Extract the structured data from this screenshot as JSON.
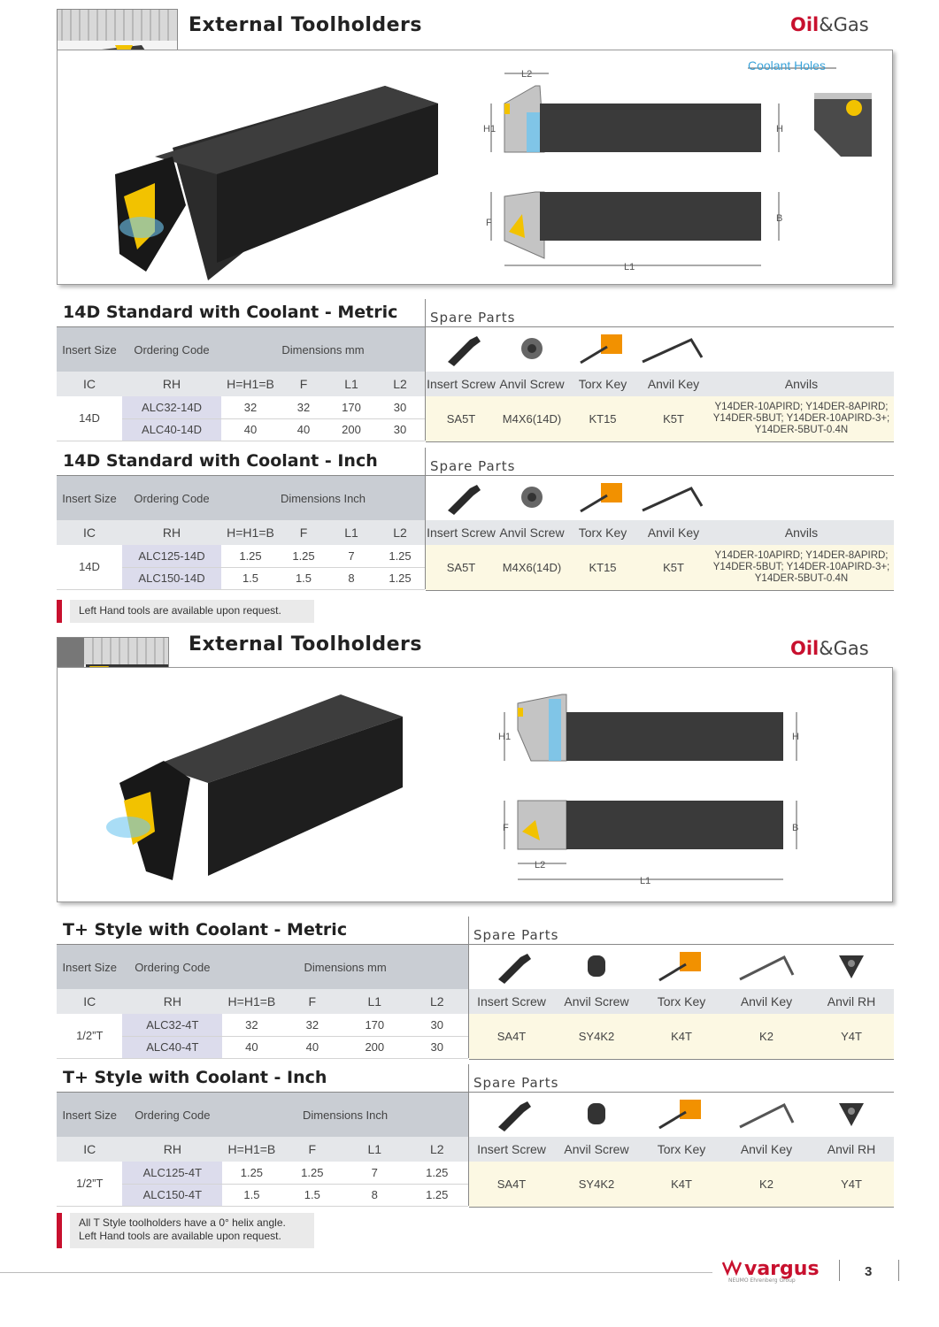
{
  "logo_text_1": "Oil",
  "logo_text_2": "&Gas",
  "section1": {
    "title": "External Toolholders",
    "coolant_label": "Coolant Holes",
    "dims": {
      "l2": "L2",
      "h1": "H1",
      "h": "H",
      "f": "F",
      "b": "B",
      "l1": "L1"
    }
  },
  "section2": {
    "title": "External Toolholders",
    "dims": {
      "l2": "L2",
      "h1": "H1",
      "h": "H",
      "f": "F",
      "b": "B",
      "l1": "L1"
    }
  },
  "spare_parts_label": "Spare Parts",
  "cols": {
    "insert_size": "Insert Size",
    "ordering_code": "Ordering Code",
    "ic": "IC",
    "rh": "RH",
    "hh1b": "H=H1=B",
    "f": "F",
    "l1": "L1",
    "l2": "L2",
    "insert_screw": "Insert Screw",
    "anvil_screw": "Anvil Screw",
    "torx_key": "Torx Key",
    "anvil_key": "Anvil Key",
    "anvils": "Anvils",
    "anvil_rh": "Anvil RH"
  },
  "t1": {
    "title": "14D Standard with Coolant - Metric",
    "dims_label": "Dimensions mm",
    "ic": "14D",
    "rows": [
      {
        "rh": "ALC32-14D",
        "h": "32",
        "f": "32",
        "l1": "170",
        "l2": "30"
      },
      {
        "rh": "ALC40-14D",
        "h": "40",
        "f": "40",
        "l1": "200",
        "l2": "30"
      }
    ],
    "spare": {
      "insert_screw": "SA5T",
      "anvil_screw": "M4X6(14D)",
      "torx_key": "KT15",
      "anvil_key": "K5T",
      "anvils_1": "Y14DER-10APIRD; Y14DER-8APIRD;",
      "anvils_2": "Y14DER-5BUT; Y14DER-10APIRD-3+;",
      "anvils_3": "Y14DER-5BUT-0.4N"
    }
  },
  "t2": {
    "title": "14D Standard with Coolant - Inch",
    "dims_label": "Dimensions Inch",
    "ic": "14D",
    "rows": [
      {
        "rh": "ALC125-14D",
        "h": "1.25",
        "f": "1.25",
        "l1": "7",
        "l2": "1.25"
      },
      {
        "rh": "ALC150-14D",
        "h": "1.5",
        "f": "1.5",
        "l1": "8",
        "l2": "1.25"
      }
    ],
    "spare": {
      "insert_screw": "SA5T",
      "anvil_screw": "M4X6(14D)",
      "torx_key": "KT15",
      "anvil_key": "K5T",
      "anvils_1": "Y14DER-10APIRD; Y14DER-8APIRD;",
      "anvils_2": "Y14DER-5BUT; Y14DER-10APIRD-3+;",
      "anvils_3": "Y14DER-5BUT-0.4N"
    }
  },
  "note1": "Left Hand tools are available upon request.",
  "t3": {
    "title": "T+ Style with Coolant - Metric",
    "dims_label": "Dimensions mm",
    "ic": "1/2”T",
    "rows": [
      {
        "rh": "ALC32-4T",
        "h": "32",
        "f": "32",
        "l1": "170",
        "l2": "30"
      },
      {
        "rh": "ALC40-4T",
        "h": "40",
        "f": "40",
        "l1": "200",
        "l2": "30"
      }
    ],
    "spare": {
      "insert_screw": "SA4T",
      "anvil_screw": "SY4K2",
      "torx_key": "K4T",
      "anvil_key": "K2",
      "anvil_rh": "Y4T"
    }
  },
  "t4": {
    "title": "T+ Style with Coolant - Inch",
    "dims_label": "Dimensions Inch",
    "ic": "1/2”T",
    "rows": [
      {
        "rh": "ALC125-4T",
        "h": "1.25",
        "f": "1.25",
        "l1": "7",
        "l2": "1.25"
      },
      {
        "rh": "ALC150-4T",
        "h": "1.5",
        "f": "1.5",
        "l1": "8",
        "l2": "1.25"
      }
    ],
    "spare": {
      "insert_screw": "SA4T",
      "anvil_screw": "SY4K2",
      "torx_key": "K4T",
      "anvil_key": "K2",
      "anvil_rh": "Y4T"
    }
  },
  "note2_line1": "All T Style toolholders have a 0° helix angle.",
  "note2_line2": "Left Hand tools are available upon request.",
  "footer": {
    "brand": "vargus",
    "brand_sub": "NEUMO Ehrenberg Group",
    "page": "3"
  },
  "colors": {
    "accent_red": "#c8102e",
    "header_gray": "#c9cdd3",
    "spare_yellow": "#fcf8e3",
    "torx_orange": "#f29100"
  }
}
